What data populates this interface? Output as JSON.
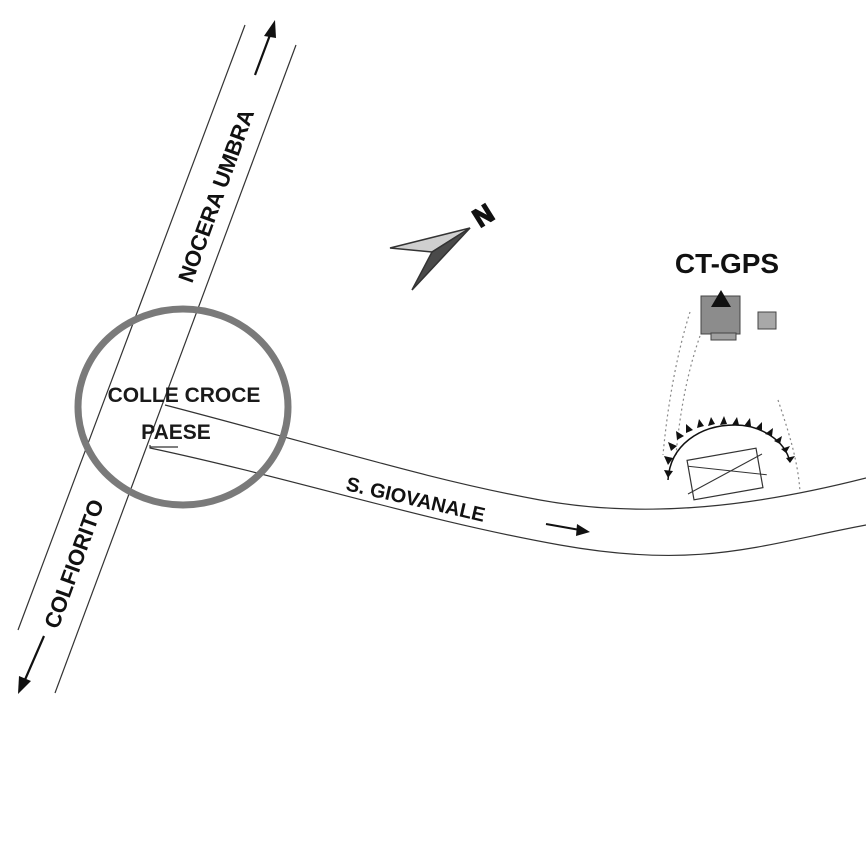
{
  "labels": {
    "road_north": "NOCERA UMBRA",
    "road_south": "COLFIORITO",
    "road_east": "S. GIOVANALE",
    "village_line1": "COLLE CROCE",
    "village_line2": "PAESE",
    "station": "CT-GPS",
    "north": "N"
  },
  "colors": {
    "ink": "#111111",
    "circle": "#7a7a7a",
    "building": "#8c8c8c",
    "arrow_dark": "#4a4a4a",
    "arrow_light": "#cfcfcf"
  },
  "icons": {
    "north_arrow": "compass-arrow-icon",
    "gps_marker": "triangle-marker-icon",
    "building": "building-icon",
    "shed": "shed-icon",
    "landslide": "excavation-icon"
  }
}
